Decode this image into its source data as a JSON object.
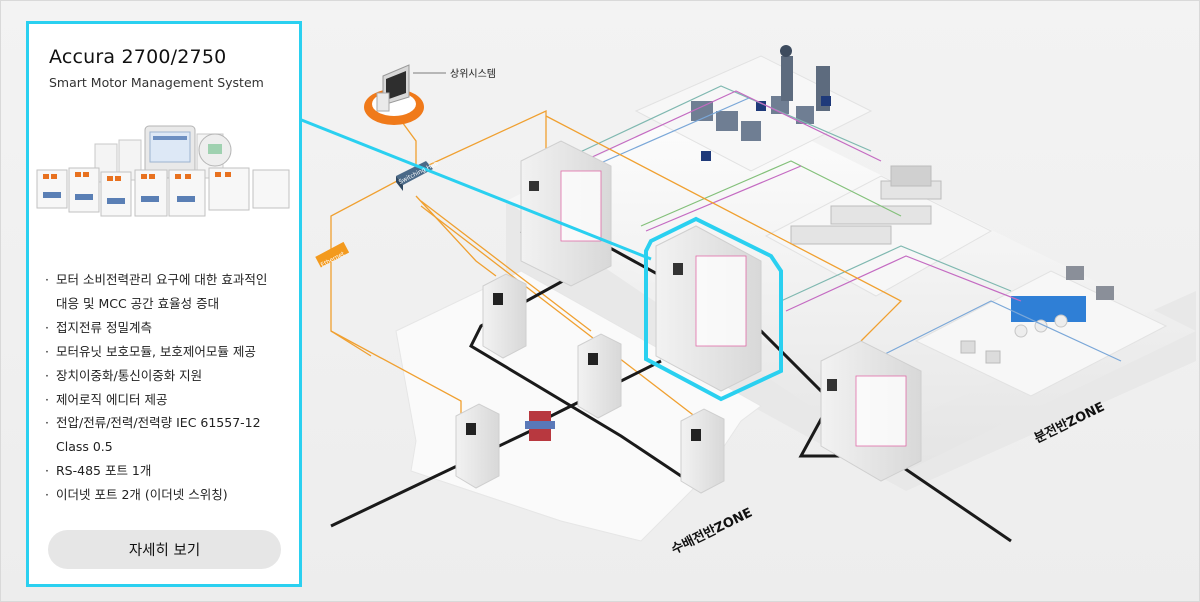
{
  "product": {
    "title": "Accura 2700/2750",
    "subtitle": "Smart Motor Management System"
  },
  "features": [
    "모터 소비전력관리 요구에 대한 효과적인",
    "대응 및 MCC 공간 효율성 증대",
    "접지전류 정밀계측",
    "모터유닛 보호모듈, 보호제어모듈 제공",
    "장치이중화/통신이중화 지원",
    "제어로직 에디터 제공",
    "전압/전류/전력/전력량 IEC 61557-12",
    "Class 0.5",
    "RS-485 포트 1개",
    "이더넷 포트 2개 (이더넷 스위칭)"
  ],
  "detail_button": "자세히 보기",
  "labels": {
    "upper_system": "상위시스템",
    "switching_hub": "Switching Hub",
    "ethernet": "Ethernet",
    "zone_distribution": "분전반ZONE",
    "zone_substation": "수배전반ZONE"
  },
  "colors": {
    "highlight": "#2ad0f0",
    "ethernet_line": "#f0a030",
    "power_line": "#1a1a1a",
    "label_orange": "#f39a1e"
  }
}
